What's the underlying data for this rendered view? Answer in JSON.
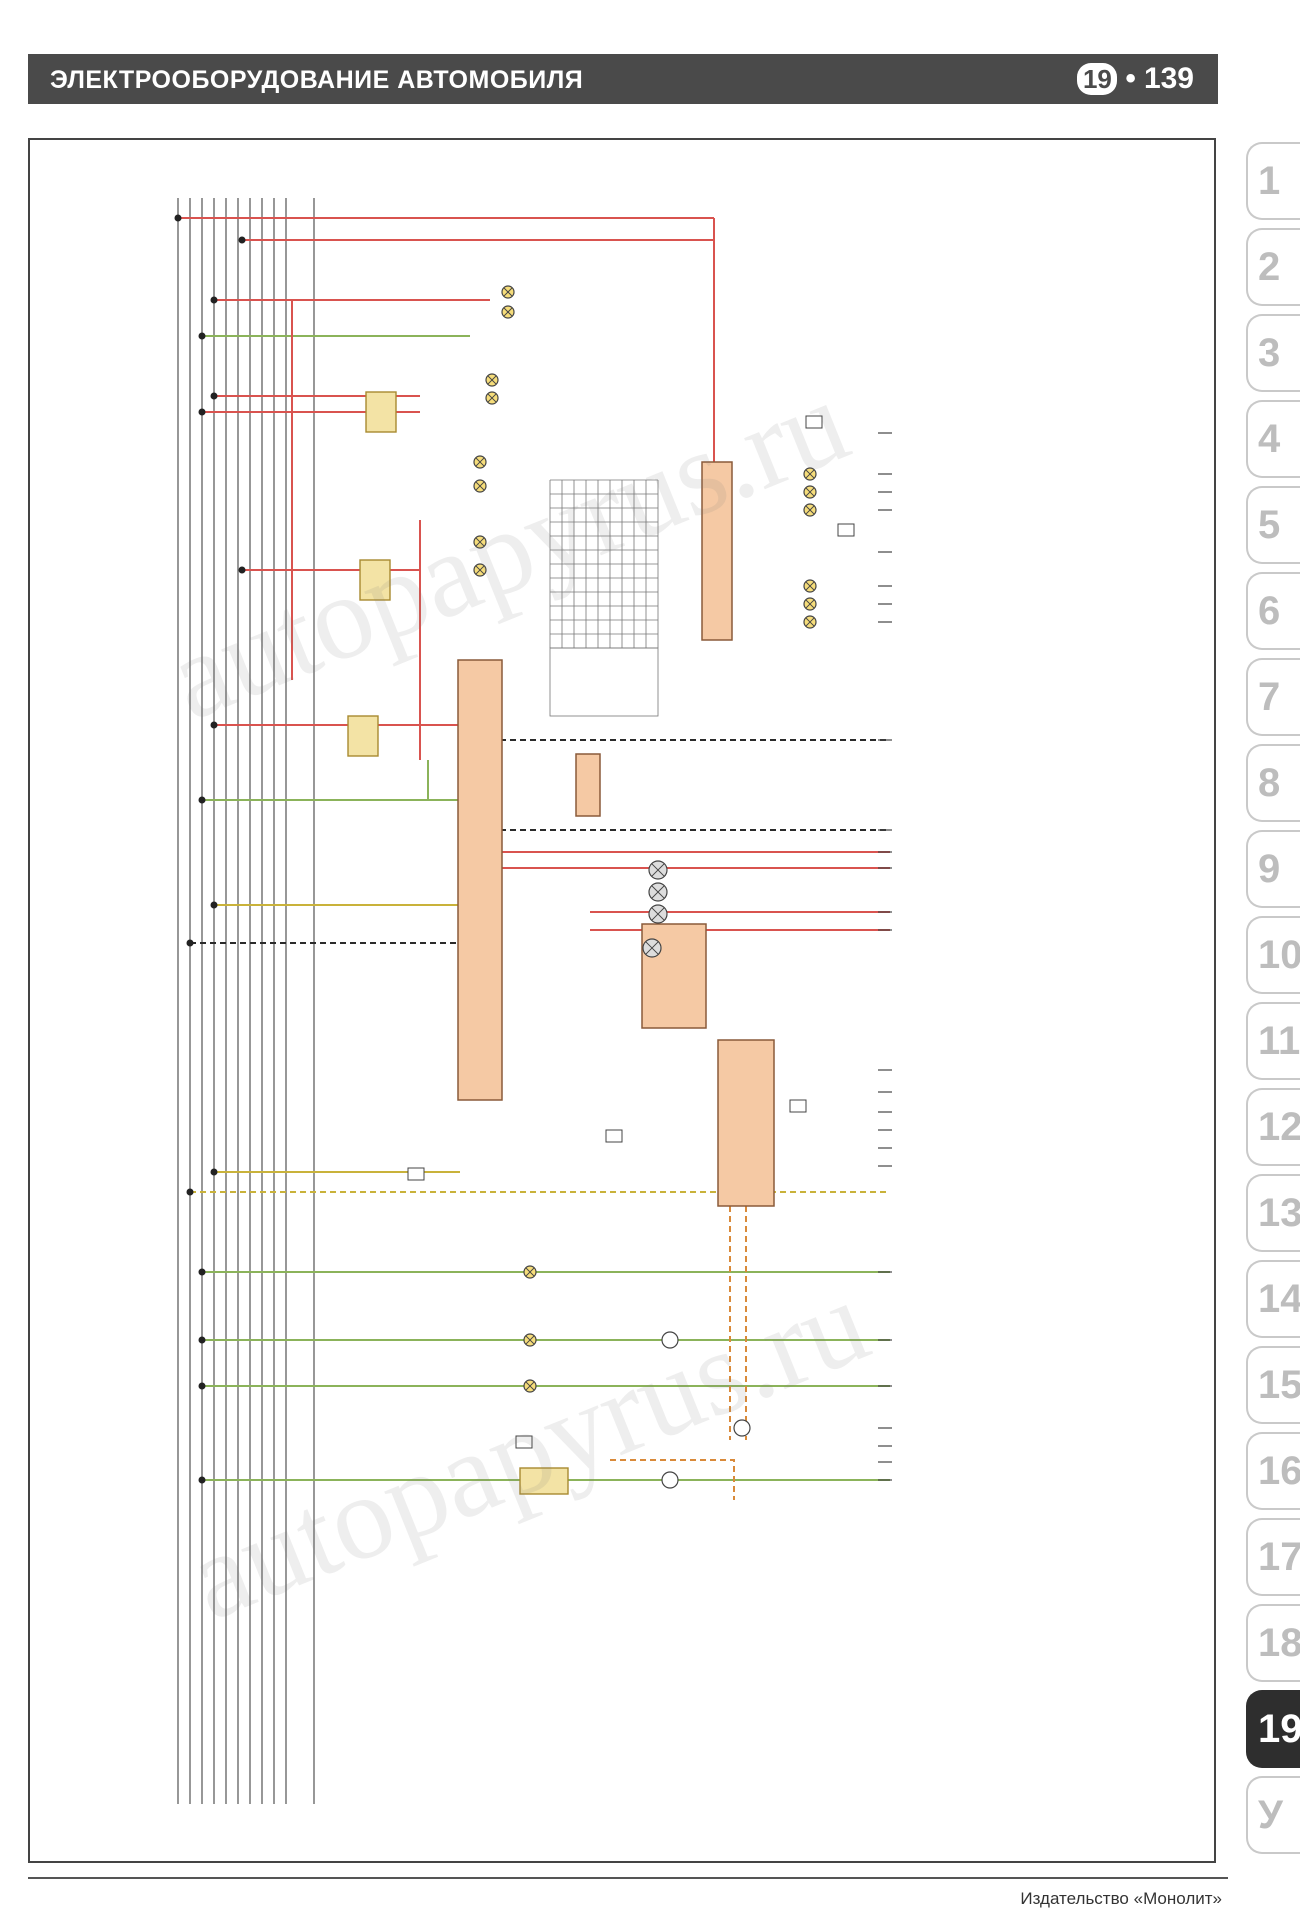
{
  "header": {
    "title": "ЭЛЕКТРООБОРУДОВАНИЕ АВТОМОБИЛЯ",
    "chapter": "19",
    "separator": "•",
    "page": "139"
  },
  "tabs": [
    {
      "label": "1",
      "active": false
    },
    {
      "label": "2",
      "active": false
    },
    {
      "label": "3",
      "active": false
    },
    {
      "label": "4",
      "active": false
    },
    {
      "label": "5",
      "active": false
    },
    {
      "label": "6",
      "active": false
    },
    {
      "label": "7",
      "active": false
    },
    {
      "label": "8",
      "active": false
    },
    {
      "label": "9",
      "active": false
    },
    {
      "label": "10",
      "active": false
    },
    {
      "label": "11",
      "active": false
    },
    {
      "label": "12",
      "active": false
    },
    {
      "label": "13",
      "active": false
    },
    {
      "label": "14",
      "active": false
    },
    {
      "label": "15",
      "active": false
    },
    {
      "label": "16",
      "active": false
    },
    {
      "label": "17",
      "active": false
    },
    {
      "label": "18",
      "active": false
    },
    {
      "label": "19",
      "active": true
    },
    {
      "label": "У",
      "active": false
    }
  ],
  "watermark": "autopapyrus.ru",
  "footer": {
    "publisher": "Издательство «Монолит»"
  },
  "colors": {
    "header_bg": "#4a4a4a",
    "wire_red": "#d9534f",
    "wire_green": "#8bb35a",
    "wire_yellow": "#c9b23a",
    "wire_gray": "#8c8c8c",
    "wire_dark": "#2b2b2b",
    "ecu_fill": "#f5c9a4",
    "relay_fill": "#f3e3a5",
    "active_tab": "#2e2e2e"
  }
}
